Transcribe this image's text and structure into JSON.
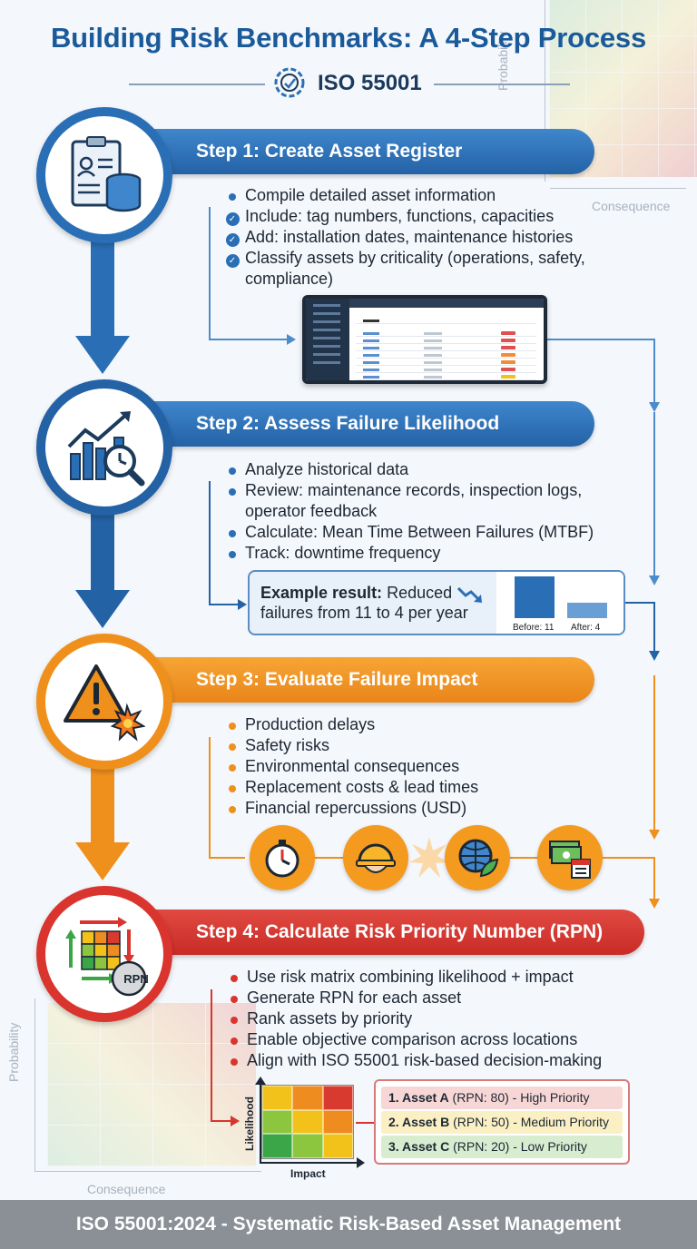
{
  "title": "Building Risk Benchmarks: A 4-Step Process",
  "standard": "ISO 55001",
  "background": {
    "probability_label": "Probability",
    "consequence_label": "Consequence"
  },
  "steps": [
    {
      "label": "Step 1: Create Asset Register",
      "color": "#2a6fb5",
      "icon": "clipboard-database-icon",
      "items": [
        {
          "marker": "dot",
          "text": "Compile detailed asset information"
        },
        {
          "marker": "check",
          "text": "Include: tag numbers, functions, capacities"
        },
        {
          "marker": "check",
          "text": "Add: installation dates, maintenance histories"
        },
        {
          "marker": "check",
          "text": "Classify assets by criticality (operations, safety,"
        },
        {
          "marker": "none",
          "text": "compliance)"
        }
      ]
    },
    {
      "label": "Step 2: Assess Failure Likelihood",
      "color": "#2a6fb5",
      "icon": "chart-magnifier-clock-icon",
      "items": [
        {
          "marker": "dot",
          "text": "Analyze historical data"
        },
        {
          "marker": "dot",
          "text": "Review: maintenance records, inspection logs,"
        },
        {
          "marker": "none",
          "text": "operator feedback"
        },
        {
          "marker": "dot",
          "text": "Calculate: Mean Time Between Failures (MTBF)"
        },
        {
          "marker": "dot",
          "text": "Track: downtime frequency"
        }
      ],
      "example": {
        "bold": "Example result:",
        "text": " Reduced failures from 11 to 4 per year",
        "before_label": "Before: 11",
        "after_label": "After: 4",
        "before_value": 11,
        "after_value": 4
      }
    },
    {
      "label": "Step 3: Evaluate Failure Impact",
      "color": "#f0901c",
      "icon": "warning-explosion-icon",
      "items": [
        {
          "marker": "dot",
          "text": "Production delays"
        },
        {
          "marker": "dot",
          "text": "Safety risks"
        },
        {
          "marker": "dot",
          "text": "Environmental consequences"
        },
        {
          "marker": "dot",
          "text": "Replacement costs & lead times"
        },
        {
          "marker": "dot",
          "text": "Financial repercussions (USD)"
        }
      ],
      "impact_icons": [
        "stopwatch-icon",
        "hard-hat-icon",
        "globe-leaf-icon",
        "money-calendar-icon"
      ]
    },
    {
      "label": "Step 4: Calculate Risk Priority Number (RPN)",
      "color": "#d9352e",
      "icon": "risk-matrix-rpn-icon",
      "icon_text": "RPN",
      "items": [
        {
          "marker": "dot",
          "text": "Use risk matrix combining likelihood + impact"
        },
        {
          "marker": "dot",
          "text": "Generate RPN for each asset"
        },
        {
          "marker": "dot",
          "text": "Rank assets by priority"
        },
        {
          "marker": "dot",
          "text": "Enable objective comparison across locations"
        },
        {
          "marker": "dot",
          "text": "Align with ISO 55001 risk-based decision-making"
        }
      ],
      "matrix": {
        "ylabel": "Likelihood",
        "xlabel": "Impact",
        "cells": [
          "#f2c21b",
          "#ef8c1f",
          "#d93a30",
          "#8cc63f",
          "#f2c21b",
          "#ef8c1f",
          "#3aa648",
          "#8cc63f",
          "#f2c21b"
        ]
      },
      "priorities": [
        {
          "rank": "1. Asset A",
          "detail": " (RPN: 80) - High Priority",
          "bg": "#f7d7d5"
        },
        {
          "rank": "2. Asset B",
          "detail": " (RPN: 50) - Medium Priority",
          "bg": "#fbf0c4"
        },
        {
          "rank": "3. Asset C",
          "detail": " (RPN: 20) - Low Priority",
          "bg": "#d8eccf"
        }
      ]
    }
  ],
  "footer": "ISO 55001:2024 - Systematic Risk-Based Asset Management"
}
